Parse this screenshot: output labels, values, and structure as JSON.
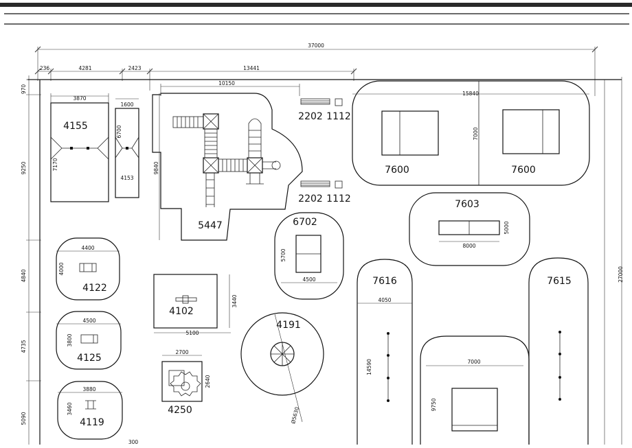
{
  "overall": {
    "width": "37000",
    "height": "27000"
  },
  "top_dims": [
    "236",
    "4281",
    "2423",
    "13441"
  ],
  "left_dims": [
    "970",
    "9250",
    "4840",
    "4735",
    "5090"
  ],
  "bottom_note": "300",
  "items": {
    "i4155": {
      "code": "4155",
      "d1": "3870",
      "d2": "7170"
    },
    "i4153": {
      "code": "4153",
      "d1": "1600",
      "d2": "6700"
    },
    "i5447": {
      "code": "5447",
      "d1": "10150",
      "d2": "9840"
    },
    "bench1": {
      "code": "2202"
    },
    "bin1": {
      "code": "1112"
    },
    "bench2": {
      "code": "2202"
    },
    "bin2": {
      "code": "1112"
    },
    "i7600a": {
      "code": "7600",
      "d1": "15840",
      "d2": "7000"
    },
    "i7600b": {
      "code": "7600"
    },
    "i7603": {
      "code": "7603",
      "d1": "8000",
      "d2": "5000"
    },
    "i6702": {
      "code": "6702",
      "d1": "4500",
      "d2": "5700"
    },
    "i4122": {
      "code": "4122",
      "d1": "4400",
      "d2": "4000"
    },
    "i4102": {
      "code": "4102",
      "d1": "5100",
      "d2": "3440"
    },
    "i4191": {
      "code": "4191",
      "d1": "Ø5630"
    },
    "i7616": {
      "code": "7616",
      "d1": "4050",
      "d2": "14590"
    },
    "i7615": {
      "code": "7615"
    },
    "i4125": {
      "code": "4125",
      "d1": "4500",
      "d2": "3800"
    },
    "i4250": {
      "code": "4250",
      "d1": "2700",
      "d2": "2640"
    },
    "i7000": {
      "d1": "7000",
      "d2": "9750"
    },
    "i4119": {
      "code": "4119",
      "d1": "3880",
      "d2": "3460"
    }
  }
}
